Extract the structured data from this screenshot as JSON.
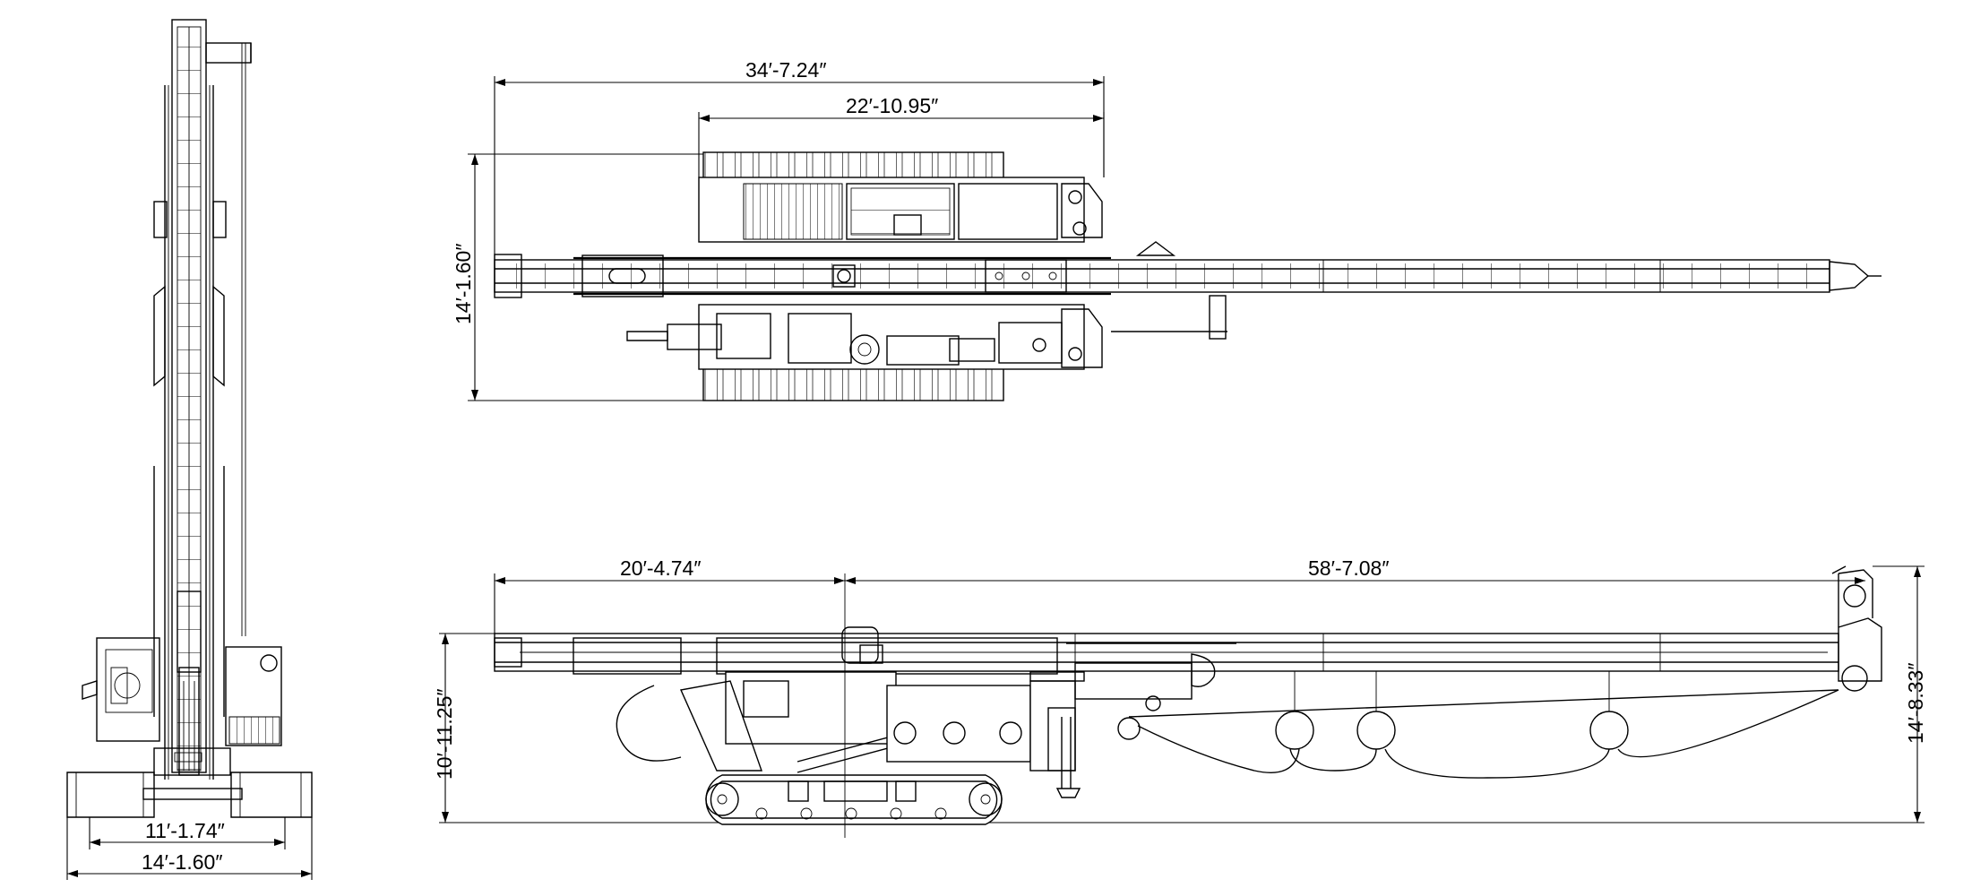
{
  "diagram": {
    "views": {
      "front": {
        "width_dims": [
          {
            "label": "11′-1.74″"
          },
          {
            "label": "14′-1.60″"
          }
        ]
      },
      "top": {
        "overall_length": {
          "label": "34′-7.24″"
        },
        "upper_length": {
          "label": "22′-10.95″"
        },
        "width": {
          "label": "14′-1.60″"
        }
      },
      "side": {
        "rear_length": {
          "label": "20′-4.74″"
        },
        "front_length": {
          "label": "58′-7.08″"
        },
        "mast_height": {
          "label": "10′-11.25″"
        },
        "overall_height": {
          "label": "14′-8.33″"
        }
      }
    }
  }
}
